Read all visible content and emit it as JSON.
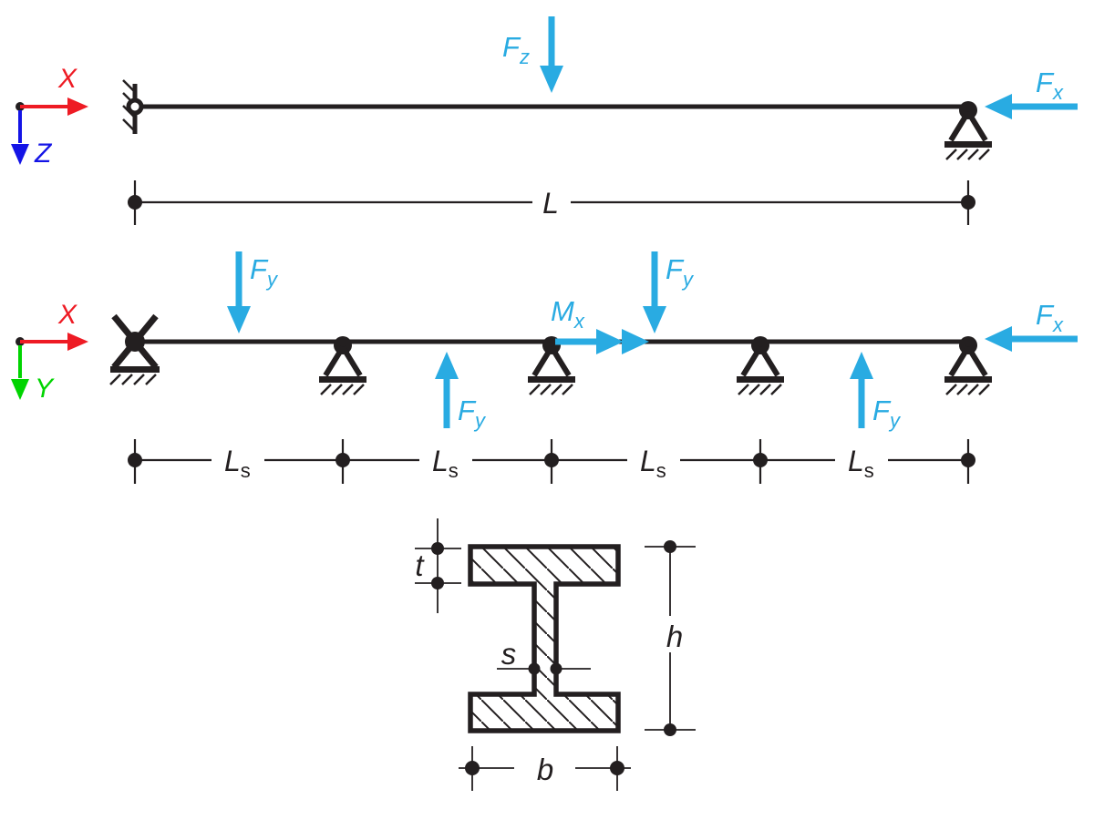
{
  "colors": {
    "ink": "#231f20",
    "force": "#29abe2",
    "ax": "#ee1b24",
    "ay": "#00d400",
    "az": "#1414e6",
    "bg": "#ffffff"
  },
  "axes": {
    "x": "X",
    "y": "Y",
    "z": "Z"
  },
  "loads": {
    "fz": {
      "base": "F",
      "sub": "z"
    },
    "fx": {
      "base": "F",
      "sub": "x"
    },
    "fy": {
      "base": "F",
      "sub": "y"
    },
    "mx": {
      "base": "M",
      "sub": "x"
    }
  },
  "dimensions": {
    "length": {
      "base": "L",
      "sub": ""
    },
    "spacing": {
      "base": "L",
      "sub": "s"
    },
    "flange_thickness": "t",
    "web_thickness": "s",
    "height": "h",
    "width": "b"
  }
}
